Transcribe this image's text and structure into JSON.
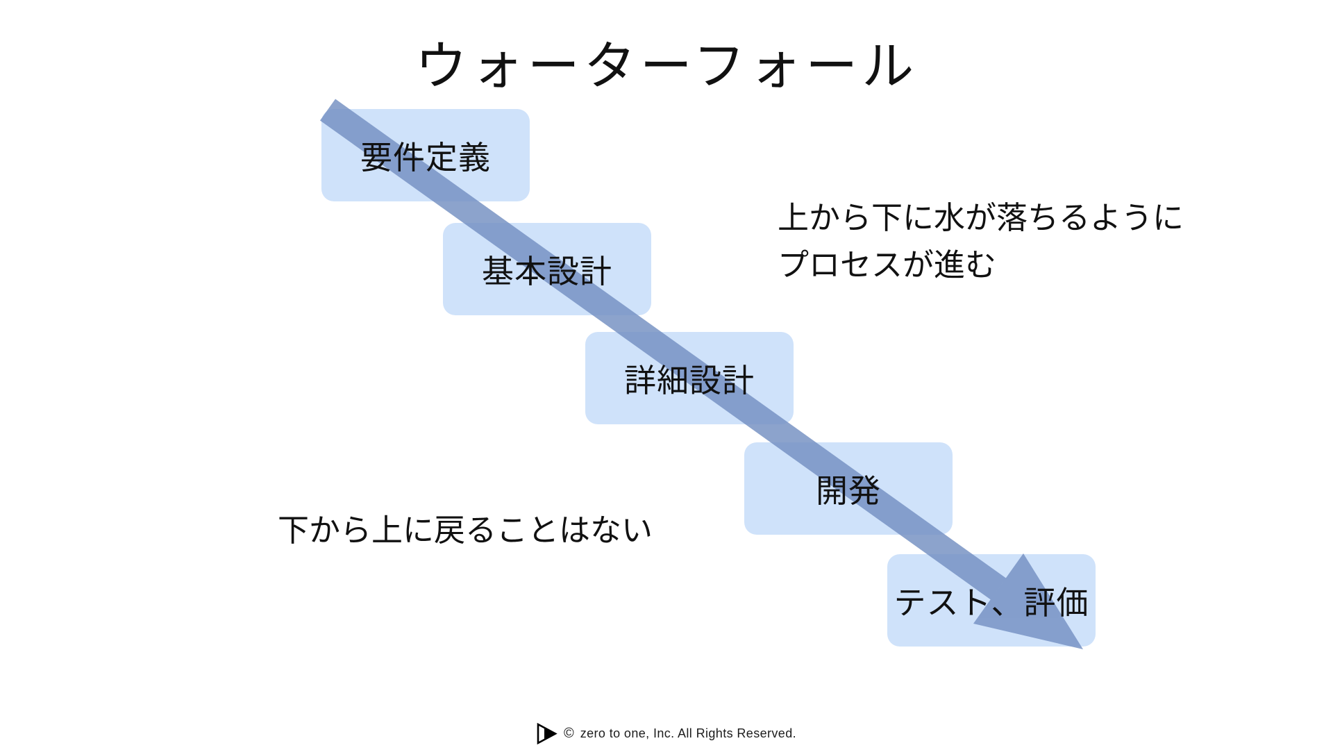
{
  "title": "ウォーターフォール",
  "steps": [
    {
      "label": "要件定義"
    },
    {
      "label": "基本設計"
    },
    {
      "label": "詳細設計"
    },
    {
      "label": "開発"
    },
    {
      "label": "テスト、評価"
    }
  ],
  "annotations": {
    "flow_note_line1": "上から下に水が落ちるように",
    "flow_note_line2": "プロセスが進む",
    "no_return_note": "下から上に戻ることはない"
  },
  "footer": {
    "copyright_symbol": "©",
    "copyright": "zero to one, Inc. All Rights Reserved."
  },
  "colors": {
    "background": "#ffffff",
    "box_fill": "#cfe2fa",
    "arrow": "#7893c4",
    "text": "#111111"
  },
  "icons": {
    "logo": "play-triangle-icon"
  }
}
